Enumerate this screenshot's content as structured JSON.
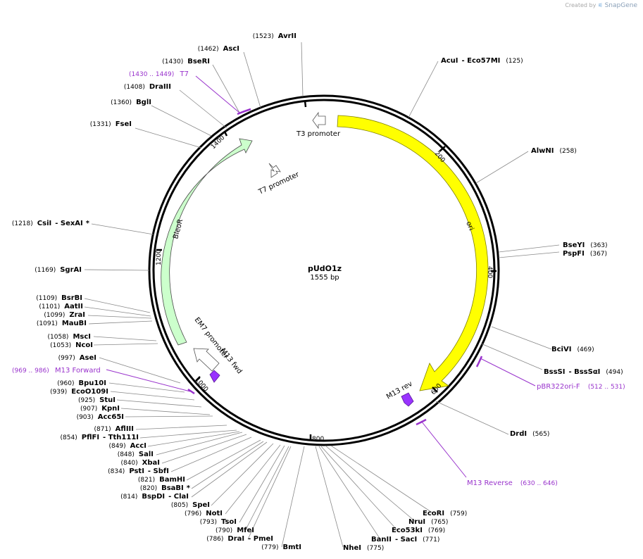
{
  "credit": {
    "prefix": "Created by",
    "brand": "SnapGene"
  },
  "plasmid": {
    "name": "pUdO1z",
    "length_label": "1555 bp"
  },
  "colors": {
    "feature_label": "#9933cc",
    "yellow_feature": "#ffff00",
    "green_feature": "#ccffcc",
    "primer": "#9933cc"
  },
  "ticks": [
    "200",
    "400",
    "600",
    "800",
    "1000",
    "1200",
    "1400"
  ],
  "features": [
    {
      "name": "T3 promoter",
      "type": "promoter"
    },
    {
      "name": "T7 promoter",
      "type": "promoter"
    },
    {
      "name": "ori",
      "type": "rep_origin"
    },
    {
      "name": "BleoR",
      "type": "CDS"
    },
    {
      "name": "EM7 promoter",
      "type": "promoter"
    },
    {
      "name": "M13 fwd",
      "type": "primer_bind"
    },
    {
      "name": "M13 rev",
      "type": "primer_bind"
    }
  ],
  "primers": [
    {
      "name": "T7",
      "range": "(1430 .. 1449)"
    },
    {
      "name": "M13 Forward",
      "range": "(969 .. 986)"
    },
    {
      "name": "pBR322ori-F",
      "range": "(512 .. 531)"
    },
    {
      "name": "M13 Reverse",
      "range": "(630 .. 646)"
    }
  ],
  "sites": [
    {
      "pos": "(1523)",
      "name": "AvrII"
    },
    {
      "pos": "(1462)",
      "name": "AscI"
    },
    {
      "pos": "(1430)",
      "name": "BseRI"
    },
    {
      "pos": "(1408)",
      "name": "DraIII"
    },
    {
      "pos": "(1360)",
      "name": "BglI"
    },
    {
      "pos": "(1331)",
      "name": "FseI"
    },
    {
      "pos": "(1218)",
      "name": "CsiI",
      "name2": "SexAI",
      "star": "*"
    },
    {
      "pos": "(1169)",
      "name": "SgrAI"
    },
    {
      "pos": "(1109)",
      "name": "BsrBI"
    },
    {
      "pos": "(1101)",
      "name": "AatII"
    },
    {
      "pos": "(1099)",
      "name": "ZraI"
    },
    {
      "pos": "(1091)",
      "name": "MauBI"
    },
    {
      "pos": "(1058)",
      "name": "MscI"
    },
    {
      "pos": "(1053)",
      "name": "NcoI"
    },
    {
      "pos": "(997)",
      "name": "AseI"
    },
    {
      "pos": "(960)",
      "name": "Bpu10I"
    },
    {
      "pos": "(939)",
      "name": "EcoO109I"
    },
    {
      "pos": "(925)",
      "name": "StuI"
    },
    {
      "pos": "(907)",
      "name": "KpnI"
    },
    {
      "pos": "(903)",
      "name": "Acc65I"
    },
    {
      "pos": "(871)",
      "name": "AflIII"
    },
    {
      "pos": "(854)",
      "name": "PflFI",
      "name2": "Tth111I"
    },
    {
      "pos": "(849)",
      "name": "AccI"
    },
    {
      "pos": "(848)",
      "name": "SalI"
    },
    {
      "pos": "(840)",
      "name": "XbaI"
    },
    {
      "pos": "(834)",
      "name": "PstI",
      "name2": "SbfI"
    },
    {
      "pos": "(821)",
      "name": "BamHI"
    },
    {
      "pos": "(820)",
      "name": "BsaBI",
      "star": "*"
    },
    {
      "pos": "(814)",
      "name": "BspDI",
      "name2": "ClaI"
    },
    {
      "pos": "(805)",
      "name": "SpeI"
    },
    {
      "pos": "(796)",
      "name": "NotI"
    },
    {
      "pos": "(793)",
      "name": "TsoI"
    },
    {
      "pos": "(790)",
      "name": "MfeI"
    },
    {
      "pos": "(786)",
      "name": "DraI",
      "name2": "PmeI"
    },
    {
      "pos": "(779)",
      "name": "BmtI"
    },
    {
      "pos": "(775)",
      "name": "NheI"
    },
    {
      "pos": "(771)",
      "name": "BanII",
      "name2": "SacI"
    },
    {
      "pos": "(769)",
      "name": "Eco53kI"
    },
    {
      "pos": "(765)",
      "name": "NruI"
    },
    {
      "pos": "(759)",
      "name": "EcoRI"
    },
    {
      "pos": "(565)",
      "name": "DrdI"
    },
    {
      "pos": "(494)",
      "name": "BssSI",
      "name2": "BssSαI"
    },
    {
      "pos": "(469)",
      "name": "BciVI"
    },
    {
      "pos": "(367)",
      "name": "PspFI"
    },
    {
      "pos": "(363)",
      "name": "BseYI"
    },
    {
      "pos": "(258)",
      "name": "AlwNI"
    },
    {
      "pos": "(125)",
      "name": "AcuI",
      "name2": "Eco57MI"
    }
  ]
}
